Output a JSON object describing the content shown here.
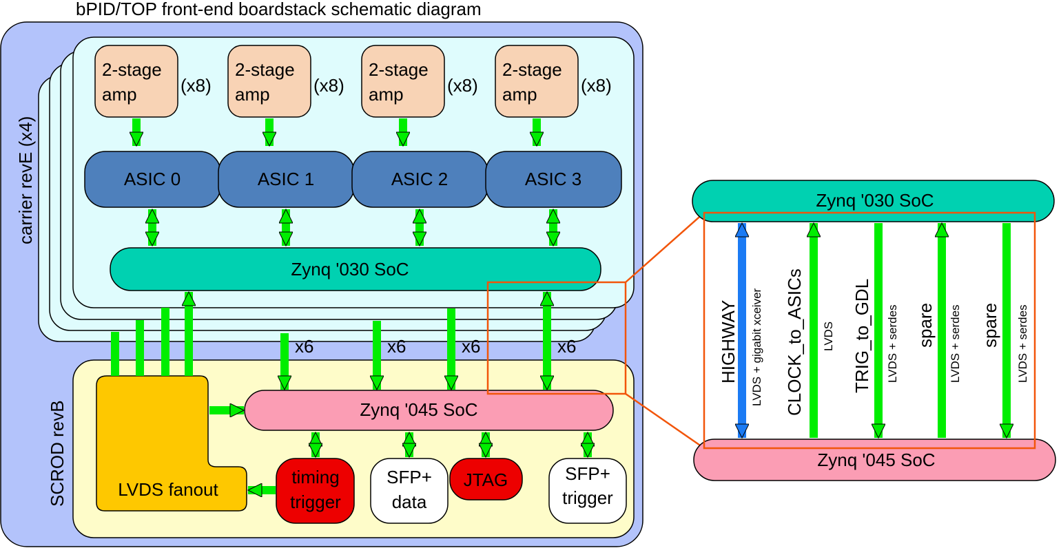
{
  "title": "bPID/TOP front-end boardstack schematic diagram",
  "carrier": {
    "label": "carrier revE (x4)",
    "amp_label": [
      "2-stage",
      "amp"
    ],
    "amp_mult": "(x8)",
    "asics": [
      "ASIC 0",
      "ASIC 1",
      "ASIC 2",
      "ASIC 3"
    ],
    "soc": "Zynq '030 SoC"
  },
  "scrod": {
    "label": "SCROD revB",
    "soc": "Zynq '045 SoC",
    "fanout": "LVDS fanout",
    "bus_mult": "x6",
    "peripherals": {
      "timing_trigger": [
        "timing",
        "trigger"
      ],
      "sfp_data": [
        "SFP+",
        "data"
      ],
      "jtag": "JTAG",
      "sfp_trigger": [
        "SFP+",
        "trigger"
      ]
    }
  },
  "zoom": {
    "top_soc": "Zynq '030 SoC",
    "bottom_soc": "Zynq '045 SoC",
    "links": [
      {
        "name": "HIGHWAY",
        "type": "LVDS + gigabit xceiver",
        "direction": "bidirectional"
      },
      {
        "name": "CLOCK_to_ASICs",
        "type": "LVDS",
        "direction": "up"
      },
      {
        "name": "TRIG_to_GDL",
        "type": "LVDS + serdes",
        "direction": "down"
      },
      {
        "name": "spare",
        "type": "LVDS + serdes",
        "direction": "up"
      },
      {
        "name": "spare",
        "type": "LVDS + serdes",
        "direction": "down"
      }
    ]
  },
  "colors": {
    "outer_blue": "#b3c3fb",
    "carrier_fill": "#dffcfd",
    "amp_fill": "#f8d3b5",
    "asic_fill": "#4e80bc",
    "soc030_fill": "#00d1b1",
    "scrod_fill": "#fefcc9",
    "soc045_fill": "#fb9db4",
    "fanout_fill": "#fec800",
    "red_box": "#ed0000",
    "arrow_green": "#00ee00",
    "arrow_blue": "#1b7bf4",
    "zoom_orange": "#f2550a"
  }
}
